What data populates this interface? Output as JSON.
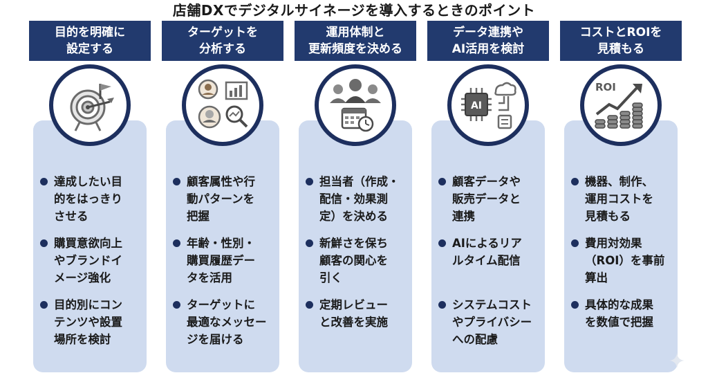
{
  "title": "店舗DXでデジタルサイネージを導入するときのポイント",
  "columns": [
    {
      "header": "目的を明確に\n設定する",
      "icon": "target-icon",
      "bullets": [
        "達成したい目\n的をはっきり\nさせる",
        "購買意欲向上\nやブランドイ\nメージ強化",
        "目的別にコン\nテンツや設置\n場所を検討"
      ]
    },
    {
      "header": "ターゲットを\n分析する",
      "icon": "audience-analysis-icon",
      "bullets": [
        "顧客属性や行\n動パターンを\n把握",
        "年齢・性別・\n購買履歴デー\nタを活用",
        "ターゲットに\n最適なメッセー\nジを届ける"
      ]
    },
    {
      "header": "運用体制と\n更新頻度を決める",
      "icon": "team-schedule-icon",
      "bullets": [
        "担当者（作成・\n配信・効果測\n定）を決める",
        "新鮮さを保ち\n顧客の関心を\n引く",
        "定期レビュー\nと改善を実施"
      ]
    },
    {
      "header": "データ連携や\nAI活用を検討",
      "icon": "ai-chip-cloud-icon",
      "chip_label": "AI",
      "bullets": [
        "顧客データや\n販売データと\n連携",
        "AIによるリア\nルタイム配信",
        "システムコスト\nやプライバシー\nへの配慮"
      ]
    },
    {
      "header": "コストとROIを\n見積もる",
      "icon": "roi-growth-icon",
      "chip_label": "ROI",
      "bullets": [
        "機器、制作、\n運用コストを\n見積もる",
        "費用対効果\n（ROI）を事前\n算出",
        "具体的な成果\nを数値で把握"
      ]
    }
  ],
  "colors": {
    "header_bg": "#223a6e",
    "body_bg": "#cfdbef",
    "ring": "#1d2f5e",
    "icon_gray": "#6b6b6b"
  }
}
